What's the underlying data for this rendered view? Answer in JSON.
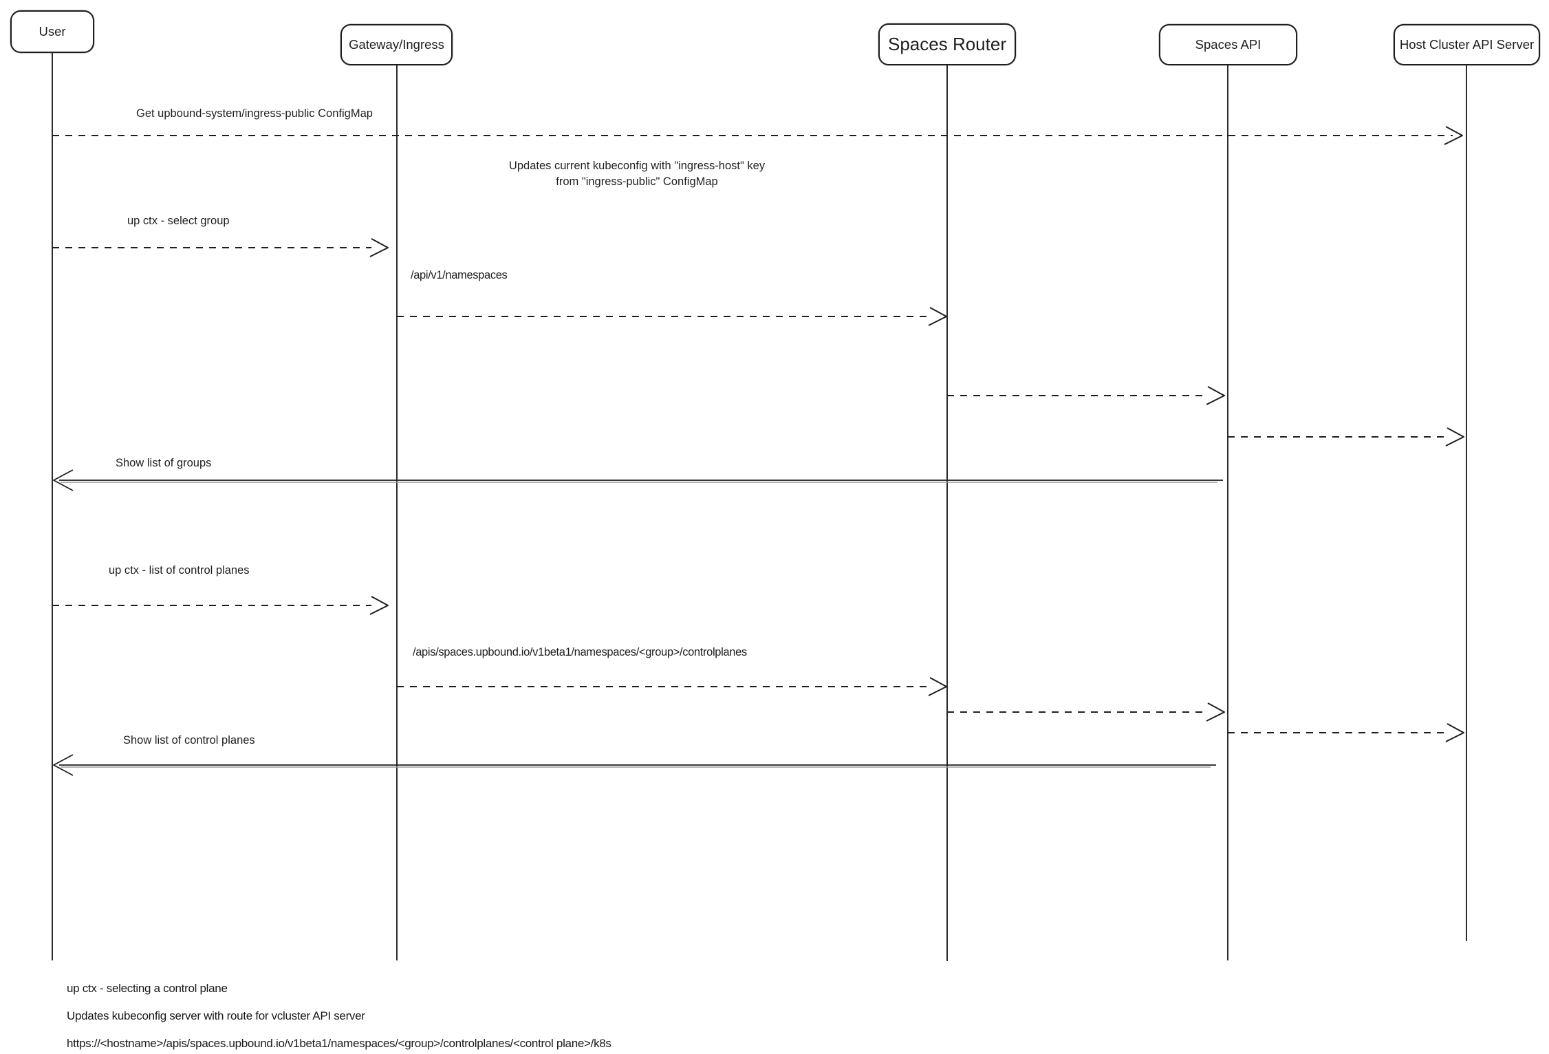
{
  "actors": [
    {
      "label": "User"
    },
    {
      "label": "Gateway/Ingress"
    },
    {
      "label": "Spaces Router"
    },
    {
      "label": "Spaces API"
    },
    {
      "label": "Host Cluster API Server"
    }
  ],
  "messages": {
    "get_configmap": "Get upbound-system/ingress-public ConfigMap",
    "note_kubeconfig": "Updates current kubeconfig with \"ingress-host\" key\nfrom \"ingress-public\" ConfigMap",
    "select_group": "up ctx - select group",
    "api_namespaces": "/api/v1/namespaces",
    "show_groups": "Show list of groups",
    "list_control_planes": "up ctx - list of control planes",
    "apis_controlplanes": "/apis/spaces.upbound.io/v1beta1/namespaces/<group>/controlplanes",
    "show_control_planes": "Show list of control planes"
  },
  "footer": {
    "line1": "up ctx - selecting a control plane",
    "line2": "Updates kubeconfig server with route for vcluster API server",
    "line3": "https://<hostname>/apis/spaces.upbound.io/v1beta1/namespaces/<group>/controlplanes/<control plane>/k8s"
  },
  "colors": {
    "stroke": "#1e1e1e",
    "background": "#ffffff"
  }
}
